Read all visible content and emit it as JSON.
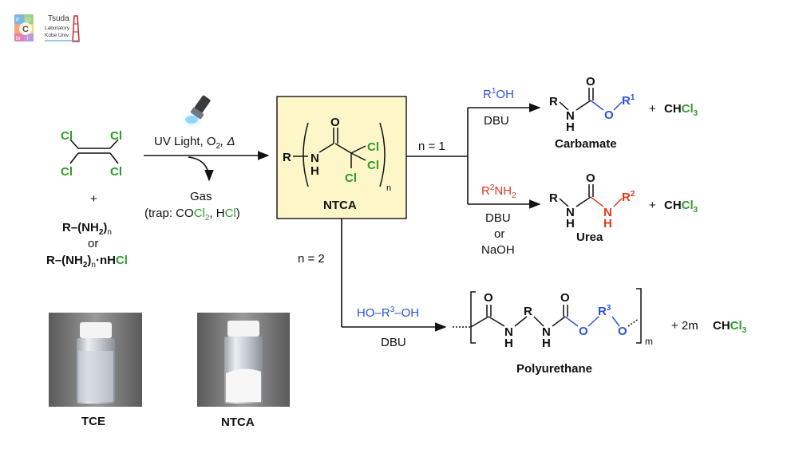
{
  "colors": {
    "green": "#2e9b2e",
    "blue": "#2a52d8",
    "red": "#e0391f",
    "black": "#111111",
    "ntca_box": "#fcf6c9"
  },
  "logo": {
    "cells": [
      "F",
      "Cl",
      "C",
      "Br",
      "I"
    ],
    "line1": "Tsuda",
    "line2": "Laboratory",
    "line3": "Kobe Univ."
  },
  "reactants": {
    "cl": "Cl",
    "plus": "+",
    "amine_r": "R–(NH",
    "amine_sub2": "2",
    "amine_close": ")",
    "amine_n": "n",
    "or": "or",
    "salt_dot": "·nH",
    "salt_cl": "Cl"
  },
  "arrow1": {
    "uv": "UV Light, O",
    "o2_sub": "2",
    "heat": ", Δ",
    "gas": "Gas",
    "trap_prefix": "(trap: CO",
    "trap_cl2": "Cl",
    "trap_cl2_sub": "2",
    "trap_mid": ", H",
    "trap_cl": "Cl",
    "trap_end": ")"
  },
  "ntca": {
    "name": "NTCA",
    "R": "R",
    "N": "N",
    "H": "H",
    "O": "O",
    "Cl": "Cl",
    "n": "n"
  },
  "branch1": {
    "n_label": "n = 1",
    "reagent_r": "R",
    "reagent_sup": "1",
    "reagent_oh": "OH",
    "base": "DBU",
    "product": "Carbamate",
    "R": "R",
    "N": "N",
    "H": "H",
    "O": "O",
    "R1": "R",
    "R1_sup": "1",
    "plus": "+",
    "byproduct_ch": "CH",
    "byproduct_cl": "Cl",
    "byproduct_sub": "3"
  },
  "branch2": {
    "reagent_r": "R",
    "reagent_sup": "2",
    "reagent_nh": "NH",
    "reagent_sub": "2",
    "base1": "DBU",
    "or": "or",
    "base2": "NaOH",
    "product": "Urea",
    "R": "R",
    "N": "N",
    "H": "H",
    "O": "O",
    "R2": "R",
    "R2_sup": "2",
    "plus": "+",
    "byproduct_ch": "CH",
    "byproduct_cl": "Cl",
    "byproduct_sub": "3"
  },
  "branch3": {
    "n_label": "n = 2",
    "reagent_ho": "HO–R",
    "reagent_sup": "3",
    "reagent_oh": "–OH",
    "base": "DBU",
    "product": "Polyurethane",
    "R": "R",
    "N": "N",
    "H": "H",
    "O": "O",
    "R3": "R",
    "R3_sup": "3",
    "m": "m",
    "plus": "+ 2m",
    "byproduct_ch": "CH",
    "byproduct_cl": "Cl",
    "byproduct_sub": "3"
  },
  "photos": {
    "tce_label": "TCE",
    "ntca_label": "NTCA"
  }
}
